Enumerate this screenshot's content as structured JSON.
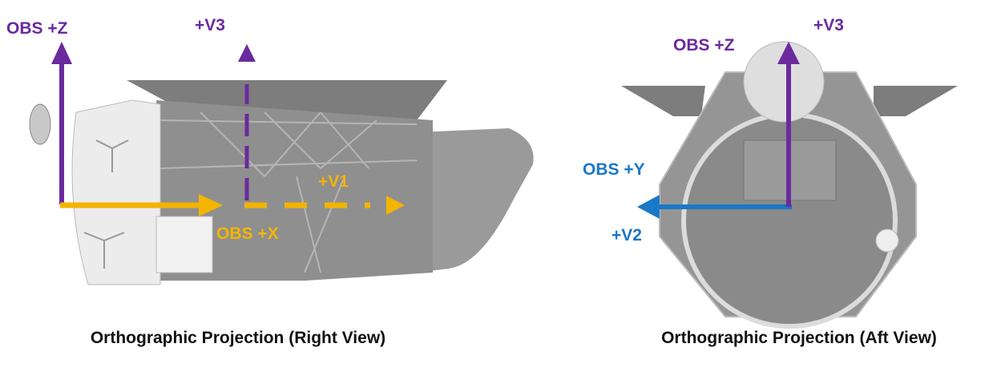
{
  "colors": {
    "purple": "#6a2a9e",
    "yellow": "#f4b400",
    "blue": "#1a78c8",
    "body": "#8a8a8a",
    "panel": "#e6e6e6"
  },
  "right_view": {
    "caption": "Orthographic Projection (Right View)",
    "labels": {
      "obs_z": "OBS +Z",
      "v3": "+V3",
      "v1": "+V1",
      "obs_x": "OBS +X"
    }
  },
  "aft_view": {
    "caption": "Orthographic Projection (Aft View)",
    "labels": {
      "obs_z": "OBS +Z",
      "v3": "+V3",
      "obs_y": "OBS +Y",
      "v2": "+V2"
    }
  }
}
